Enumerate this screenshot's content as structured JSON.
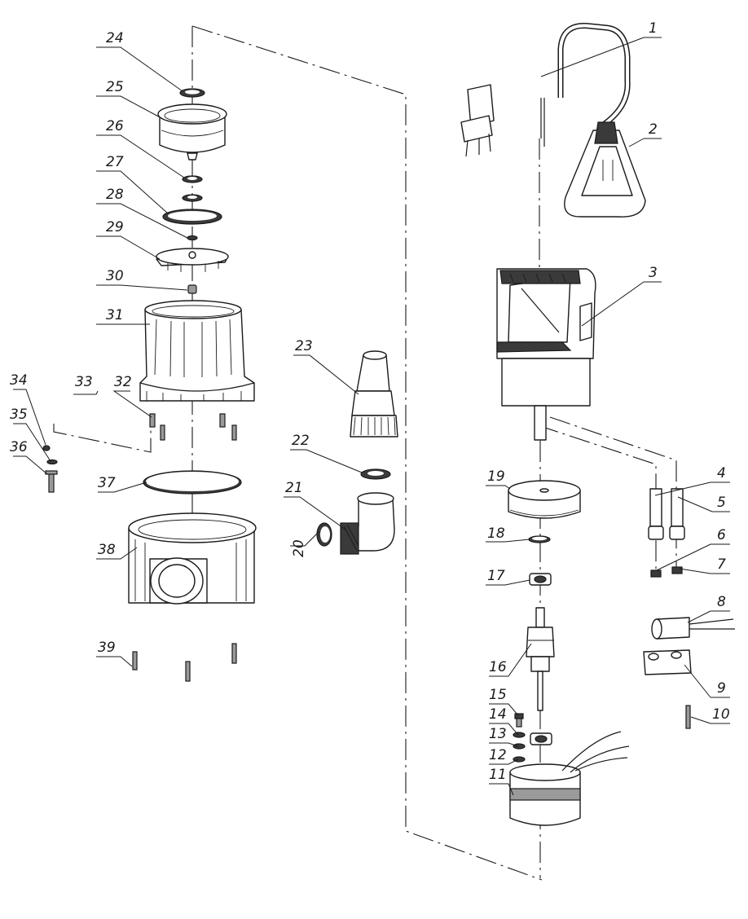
{
  "diagram": {
    "part_numbers": [
      "1",
      "2",
      "3",
      "4",
      "5",
      "6",
      "7",
      "8",
      "9",
      "10",
      "11",
      "12",
      "13",
      "14",
      "15",
      "16",
      "17",
      "18",
      "19",
      "20",
      "21",
      "22",
      "23",
      "24",
      "25",
      "26",
      "27",
      "28",
      "29",
      "30",
      "31",
      "32",
      "33",
      "34",
      "35",
      "36",
      "37",
      "38",
      "39"
    ]
  }
}
